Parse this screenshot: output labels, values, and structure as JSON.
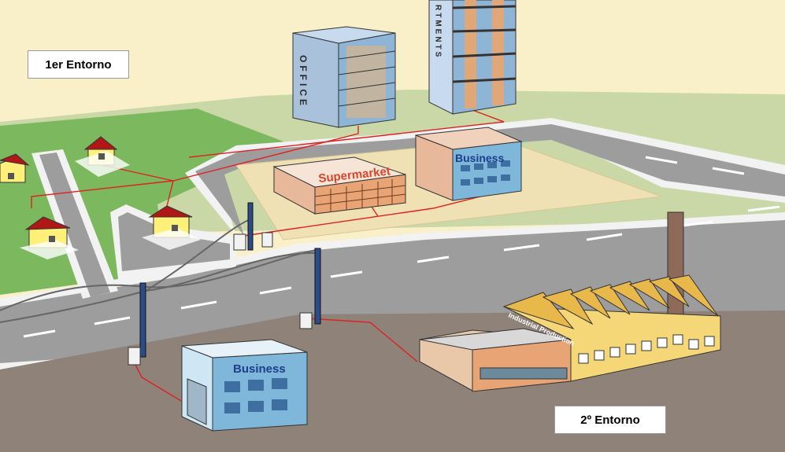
{
  "labels": {
    "entorno_1": "1er Entorno",
    "entorno_2": "2º Entorno"
  },
  "buildings": {
    "office": "OFFICE",
    "apartments": "RTMENTS",
    "supermarket": "Supermarket",
    "business_top": "Business",
    "business_bottom": "Business",
    "industrial": "Industrial Production"
  },
  "colors": {
    "sky": "#f9efc8",
    "grass": "#7cb85e",
    "field": "#c9d8a6",
    "asphalt": "#9d9d9d",
    "ground": "#8f8279",
    "lot": "#efe1b3",
    "cable": "#e02020",
    "house_wall": "#fff07a",
    "house_roof": "#b01818"
  }
}
